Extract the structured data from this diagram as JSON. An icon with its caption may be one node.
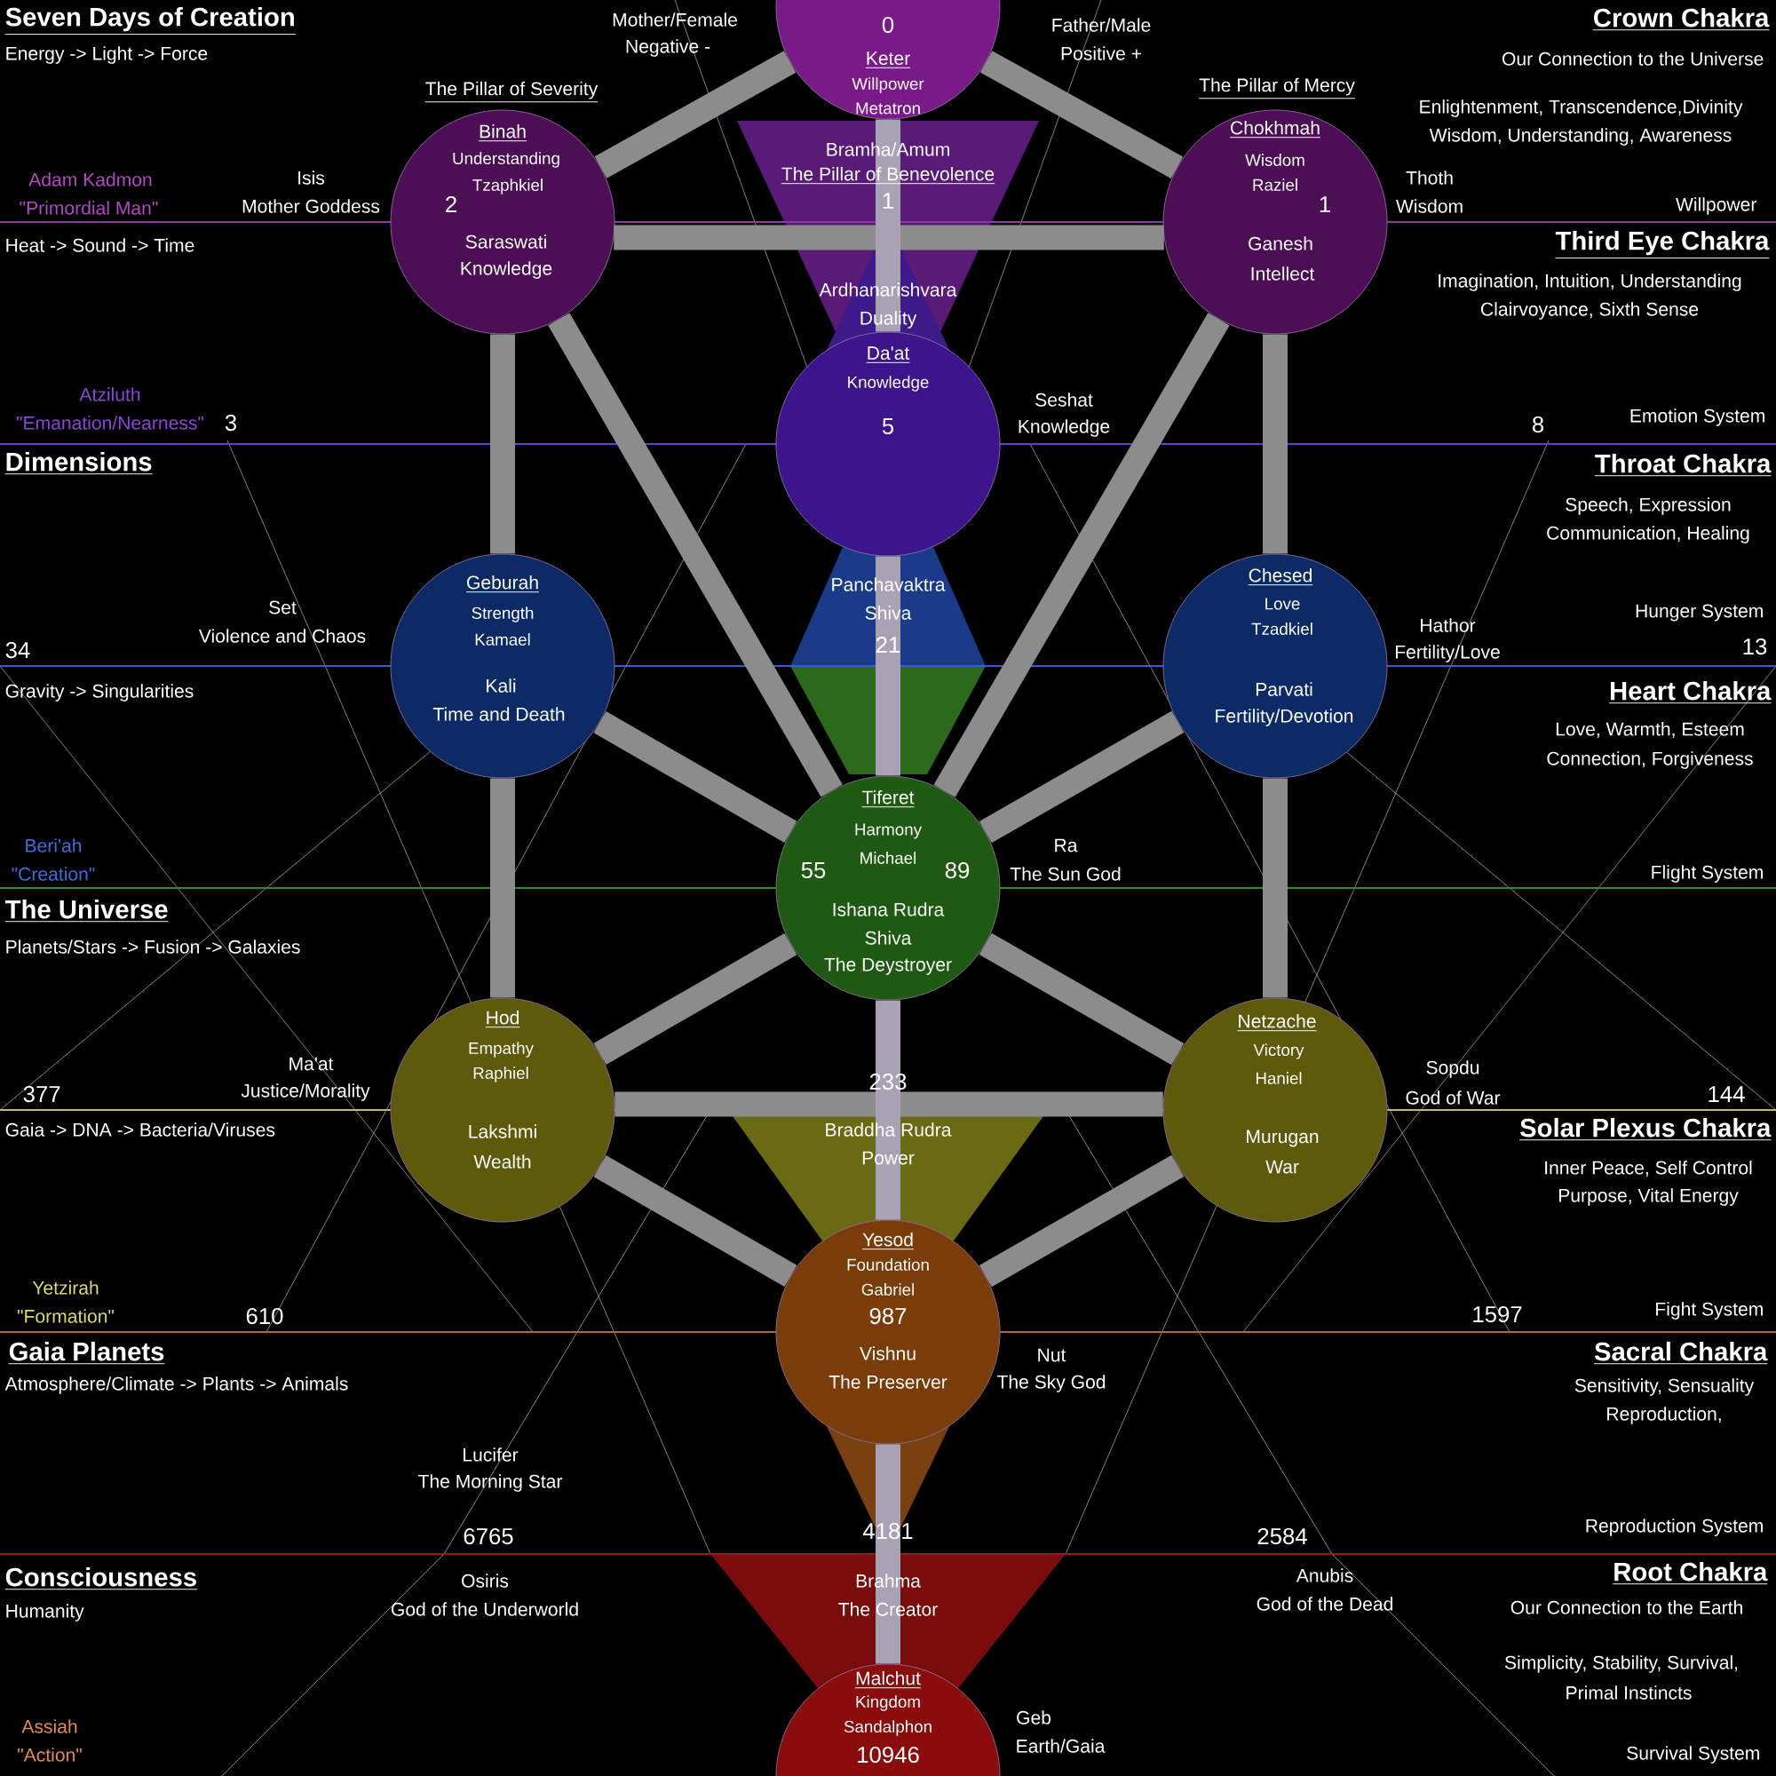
{
  "diagram": {
    "nodes": [
      {
        "text": [
          "0",
          "Keter",
          "Willpower",
          "Metatron"
        ]
      },
      {
        "text": [
          "Binah",
          "Understanding",
          "Tzaphkiel",
          "2",
          "Saraswati",
          "Knowledge"
        ]
      },
      {
        "text": [
          "Chokhmah",
          "Wisdom",
          "Raziel",
          "1",
          "Ganesh",
          "Intellect"
        ]
      },
      {
        "text": [
          "Da'at",
          "Knowledge",
          "5"
        ]
      },
      {
        "text": [
          "Geburah",
          "Strength",
          "Kamael",
          "Kali",
          "Time and Death"
        ]
      },
      {
        "text": [
          "Chesed",
          "Love",
          "Tzadkiel",
          "Parvati",
          "Fertility/Devotion"
        ]
      },
      {
        "text": [
          "Tiferet",
          "Harmony",
          "Michael",
          "55",
          "89",
          "Ishana Rudra",
          "Shiva",
          "The Deystroyer"
        ]
      },
      {
        "text": [
          "Hod",
          "Empathy",
          "Raphiel",
          "Lakshmi",
          "Wealth"
        ]
      },
      {
        "text": [
          "Netzache",
          "Victory",
          "Haniel",
          "Murugan",
          "War"
        ]
      },
      {
        "text": [
          "Yesod",
          "Foundation",
          "Gabriel",
          "987",
          "Vishnu",
          "The Preserver"
        ]
      },
      {
        "text": [
          "Malchut",
          "Kingdom",
          "Sandalphon",
          "10946"
        ]
      }
    ],
    "edges": [
      {
        "from": 0,
        "to": 1,
        "arrow": "none"
      },
      {
        "from": 0,
        "to": 2,
        "arrow": "none"
      },
      {
        "from": 1,
        "to": 2,
        "arrow": "none"
      },
      {
        "from": 0,
        "to": 3,
        "arrow": "none",
        "color": "#a8a2b4"
      },
      {
        "from": 1,
        "to": 4,
        "arrow": "none"
      },
      {
        "from": 2,
        "to": 5,
        "arrow": "none"
      },
      {
        "from": 1,
        "to": 6,
        "arrow": "none"
      },
      {
        "from": 2,
        "to": 6,
        "arrow": "none"
      },
      {
        "from": 3,
        "to": 6,
        "arrow": "none",
        "color": "#a8a2b4"
      },
      {
        "from": 4,
        "to": 6,
        "arrow": "none"
      },
      {
        "from": 5,
        "to": 6,
        "arrow": "none"
      },
      {
        "from": 4,
        "to": 7,
        "arrow": "none"
      },
      {
        "from": 5,
        "to": 8,
        "arrow": "none"
      },
      {
        "from": 6,
        "to": 7,
        "arrow": "none"
      },
      {
        "from": 6,
        "to": 8,
        "arrow": "none"
      },
      {
        "from": 7,
        "to": 8,
        "arrow": "none"
      },
      {
        "from": 6,
        "to": 9,
        "arrow": "none",
        "color": "#a8a2b4"
      },
      {
        "from": 7,
        "to": 9,
        "arrow": "none"
      },
      {
        "from": 8,
        "to": 9,
        "arrow": "none"
      },
      {
        "from": 9,
        "to": 10,
        "arrow": "none",
        "color": "#a8a2b4"
      }
    ],
    "labels": [
      "Seven Days of Creation",
      "Mother/Female",
      "Negative -",
      "Father/Male",
      "Positive +",
      "Crown Chakra",
      "Energy -> Light -> Force",
      "Our Connection to the Universe",
      "The Pillar of Severity",
      "The Pillar of Mercy",
      "Enlightenment, Transcendence,Divinity",
      "Wisdom, Understanding, Awareness",
      "Bramha/Amum",
      "Adam Kadmon",
      "Isis",
      "The Pillar of Benevolence",
      "Thoth",
      "\"Primordial Man\"",
      "Mother Goddess",
      "1",
      "Wisdom",
      "Willpower",
      "Heat -> Sound -> Time",
      "Third Eye Chakra",
      "Imagination, Intuition, Understanding",
      "Clairvoyance, Sixth Sense",
      "Ardhanarishvara",
      "Duality",
      "Atziluth",
      "\"Emanation/Nearness\"",
      "3",
      "Seshat",
      "Knowledge",
      "8",
      "Emotion System",
      "Dimensions",
      "Throat Chakra",
      "Speech, Expression",
      "Communication, Healing",
      "Set",
      "Violence and Chaos",
      "Panchavaktra",
      "Shiva",
      "Hathor",
      "Fertility/Love",
      "Hunger System",
      "34",
      "21",
      "13",
      "Gravity -> Singularities",
      "Heart Chakra",
      "Love, Warmth, Esteem",
      "Connection, Forgiveness",
      "Beri'ah",
      "\"Creation\"",
      "Ra",
      "The Sun God",
      "Flight System",
      "The Universe",
      "Planets/Stars -> Fusion -> Galaxies",
      "Ma'at",
      "Sopdu",
      "377",
      "Justice/Morality",
      "233",
      "God of War",
      "144",
      "Gaia -> DNA -> Bacteria/Viruses",
      "Braddha Rudra",
      "Power",
      "Solar Plexus Chakra",
      "Inner Peace, Self Control",
      "Purpose, Vital Energy",
      "Yetzirah",
      "\"Formation\"",
      "610",
      "1597",
      "Fight System",
      "Gaia Planets",
      "Sacral Chakra",
      "Atmosphere/Climate -> Plants -> Animals",
      "Nut",
      "The Sky God",
      "Sensitivity, Sensuality",
      "Reproduction,",
      "Lucifer",
      "The Morning Star",
      "6765",
      "4181",
      "2584",
      "Reproduction System",
      "Consciousness",
      "Root Chakra",
      "Humanity",
      "Osiris",
      "God of the Underworld",
      "Brahma",
      "The Creator",
      "Anubis",
      "God of the Dead",
      "Our Connection to the Earth",
      "Simplicity, Stability, Survival,",
      "Primal Instincts",
      "Assiah",
      "\"Action\"",
      "Geb",
      "Earth/Gaia",
      "Survival System"
    ]
  }
}
